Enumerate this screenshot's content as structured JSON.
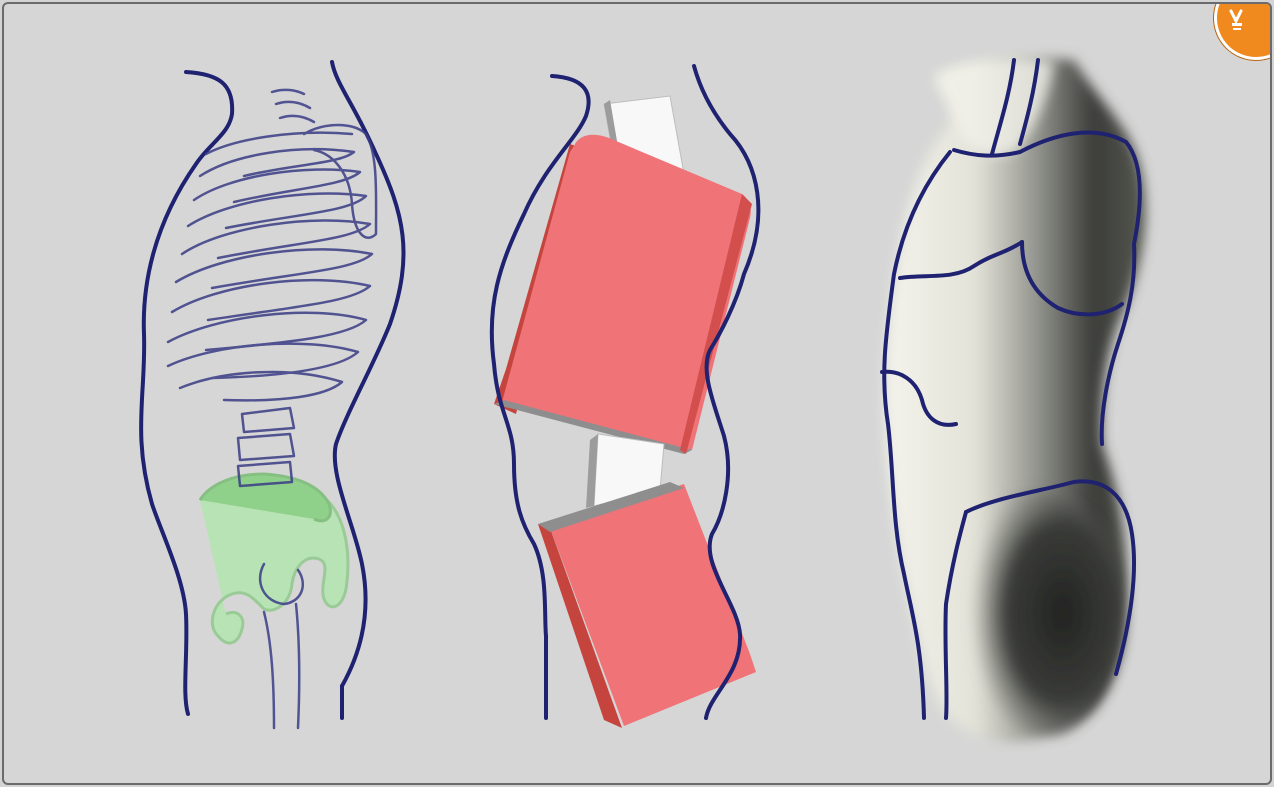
{
  "colors": {
    "background": "#d6d6d6",
    "outline": "#1f2270",
    "pelvis": "#b8e3b5",
    "box_face": "#f07377",
    "box_side": "#c5453e",
    "spine_column": "#f8f8f8",
    "shading_dark": "#2f302e",
    "shading_light": "#ecece4",
    "badge": "#f08a1e"
  },
  "panels": [
    {
      "id": "skeleton",
      "icon": "ribcage-pelvis-icon"
    },
    {
      "id": "boxes",
      "icon": "box-mannequin-icon"
    },
    {
      "id": "shaded",
      "icon": "shaded-torso-icon"
    }
  ],
  "badge": {
    "icon": "lightbulb-icon"
  }
}
